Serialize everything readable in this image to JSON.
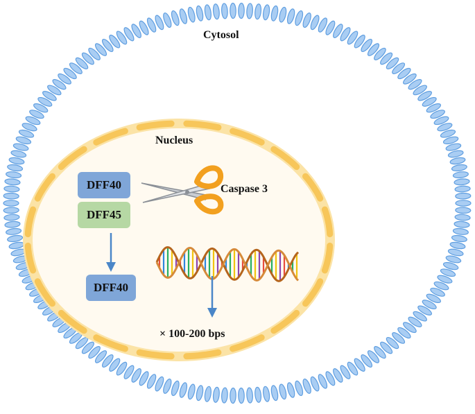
{
  "labels": {
    "cytosol": "Cytosol",
    "nucleus": "Nucleus",
    "caspase": "Caspase 3",
    "fragment": "× 100-200 bps"
  },
  "boxes": {
    "dff40_top": "DFF40",
    "dff45": "DFF45",
    "dff40_bottom": "DFF40"
  },
  "icons": {
    "scissors": "scissors-icon",
    "dna": "dna-double-helix-icon"
  },
  "colors": {
    "membrane": "#7fb0e8",
    "nuclear_envelope": "#f7c65a",
    "dff40": "#7fa6d8",
    "dff45": "#b6d8a4",
    "arrow": "#4a86c8",
    "scissor_handle": "#f2a01f"
  }
}
